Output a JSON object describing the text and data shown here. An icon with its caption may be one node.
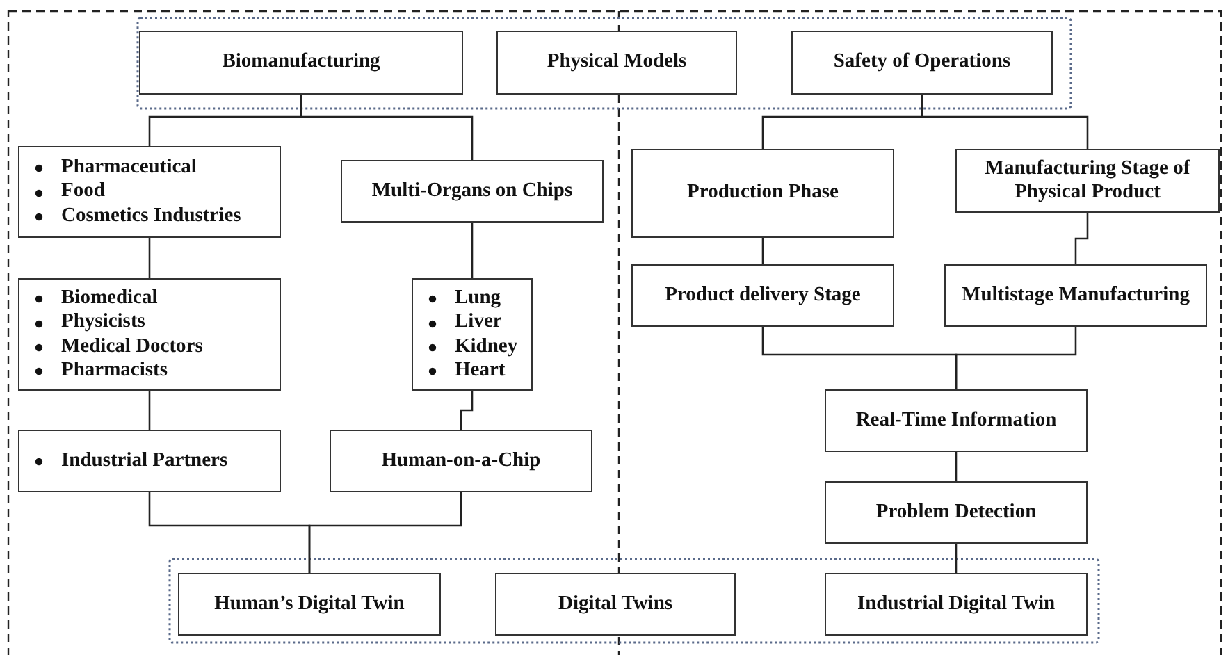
{
  "diagram": {
    "nodes": [
      {
        "text": [
          "Biomanufacturing"
        ]
      },
      {
        "text": [
          "Physical Models"
        ]
      },
      {
        "text": [
          "Safety of Operations"
        ]
      },
      {
        "text": [
          "Pharmaceutical",
          "Food",
          "Cosmetics Industries"
        ]
      },
      {
        "text": [
          "Multi-Organs on Chips"
        ]
      },
      {
        "text": [
          "Production Phase"
        ]
      },
      {
        "text": [
          "Manufacturing Stage of Physical Product"
        ]
      },
      {
        "text": [
          "Biomedical",
          "Physicists",
          "Medical Doctors",
          "Pharmacists"
        ]
      },
      {
        "text": [
          "Lung",
          "Liver",
          "Kidney",
          "Heart"
        ]
      },
      {
        "text": [
          "Product delivery Stage"
        ]
      },
      {
        "text": [
          "Multistage Manufacturing"
        ]
      },
      {
        "text": [
          "Industrial Partners"
        ]
      },
      {
        "text": [
          "Human-on-a-Chip"
        ]
      },
      {
        "text": [
          "Real-Time Information"
        ]
      },
      {
        "text": [
          "Problem Detection"
        ]
      },
      {
        "text": [
          "Human’s Digital Twin"
        ]
      },
      {
        "text": [
          "Digital Twins"
        ]
      },
      {
        "text": [
          "Industrial Digital Twin"
        ]
      }
    ],
    "edges": [
      {
        "from": 0,
        "to": 3,
        "arrow": "none"
      },
      {
        "from": 0,
        "to": 4,
        "arrow": "none"
      },
      {
        "from": 3,
        "to": 7,
        "arrow": "none"
      },
      {
        "from": 7,
        "to": 11,
        "arrow": "none"
      },
      {
        "from": 4,
        "to": 8,
        "arrow": "none"
      },
      {
        "from": 8,
        "to": 12,
        "arrow": "none"
      },
      {
        "from": 11,
        "to": 15,
        "arrow": "none"
      },
      {
        "from": 12,
        "to": 15,
        "arrow": "none"
      },
      {
        "from": 2,
        "to": 5,
        "arrow": "none"
      },
      {
        "from": 2,
        "to": 6,
        "arrow": "none"
      },
      {
        "from": 5,
        "to": 9,
        "arrow": "none"
      },
      {
        "from": 6,
        "to": 10,
        "arrow": "none"
      },
      {
        "from": 9,
        "to": 13,
        "arrow": "none"
      },
      {
        "from": 10,
        "to": 13,
        "arrow": "none"
      },
      {
        "from": 13,
        "to": 14,
        "arrow": "none"
      },
      {
        "from": 14,
        "to": 17,
        "arrow": "none"
      }
    ]
  }
}
